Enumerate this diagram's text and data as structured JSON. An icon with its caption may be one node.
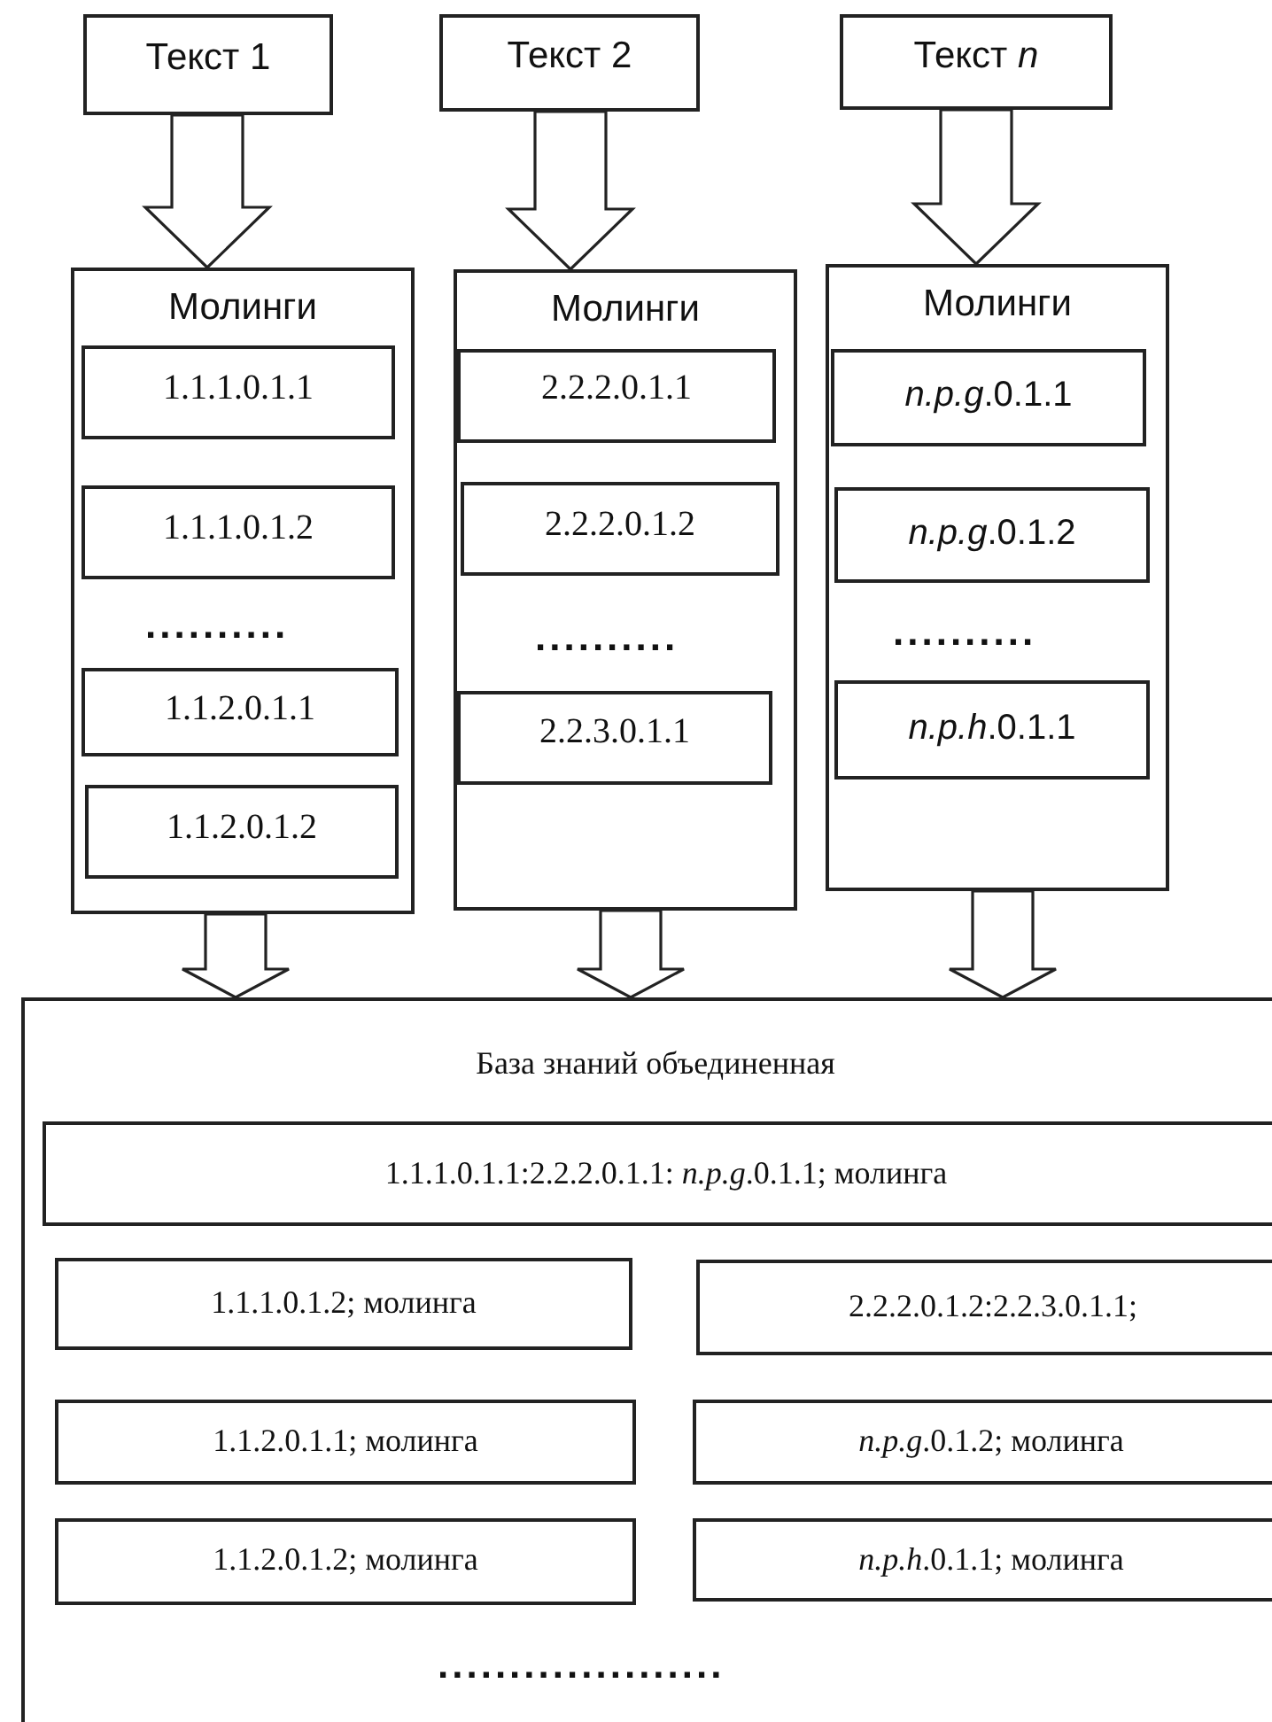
{
  "diagram": {
    "nodes": [
      {
        "text": [
          "Текст 1"
        ]
      },
      {
        "text": [
          "Текст 2"
        ]
      },
      {
        "text": [
          "Текст *n*"
        ]
      },
      {
        "text": [
          "Молинги"
        ]
      },
      {
        "text": [
          "1.1.1.0.1.1"
        ],
        "in": 3
      },
      {
        "text": [
          "1.1.1.0.1.2"
        ],
        "in": 3
      },
      {
        "text": [
          "1.1.2.0.1.1"
        ],
        "in": 3
      },
      {
        "text": [
          "1.1.2.0.1.2"
        ],
        "in": 3
      },
      {
        "text": [
          "Молинги"
        ]
      },
      {
        "text": [
          "2.2.2.0.1.1"
        ],
        "in": 8
      },
      {
        "text": [
          "2.2.2.0.1.2"
        ],
        "in": 8
      },
      {
        "text": [
          "2.2.3.0.1.1"
        ],
        "in": 8
      },
      {
        "text": [
          "Молинги"
        ]
      },
      {
        "text": [
          "*n.p.g*.0.1.1"
        ],
        "in": 12
      },
      {
        "text": [
          "*n.p.g*.0.1.2"
        ],
        "in": 12
      },
      {
        "text": [
          "*n.p.h*.0.1.1"
        ],
        "in": 12
      },
      {
        "text": [
          "База знаний объединенная"
        ]
      },
      {
        "text": [
          "1.1.1.0.1.1:2.2.2.0.1.1: *n.p.g*.0.1.1; молинга"
        ],
        "in": 16
      },
      {
        "text": [
          "1.1.1.0.1.2; молинга"
        ],
        "in": 16
      },
      {
        "text": [
          "2.2.2.0.1.2:2.2.3.0.1.1;"
        ],
        "in": 16
      },
      {
        "text": [
          "1.1.2.0.1.1; молинга"
        ],
        "in": 16
      },
      {
        "text": [
          "*n.p.g*.0.1.2; молинга"
        ],
        "in": 16
      },
      {
        "text": [
          "1.1.2.0.1.2; молинга"
        ],
        "in": 16
      },
      {
        "text": [
          "*n.p.h*.0.1.1; молинга"
        ],
        "in": 16
      }
    ],
    "edges": [
      {
        "from": 0,
        "to": 3,
        "arrow": "to"
      },
      {
        "from": 1,
        "to": 8,
        "arrow": "to"
      },
      {
        "from": 2,
        "to": 12,
        "arrow": "to"
      },
      {
        "from": 3,
        "to": 16,
        "arrow": "to"
      },
      {
        "from": 8,
        "to": 16,
        "arrow": "to"
      },
      {
        "from": 12,
        "to": 16,
        "arrow": "to"
      }
    ],
    "labels": [
      "..........",
      "..........",
      "..........",
      "...................."
    ]
  }
}
